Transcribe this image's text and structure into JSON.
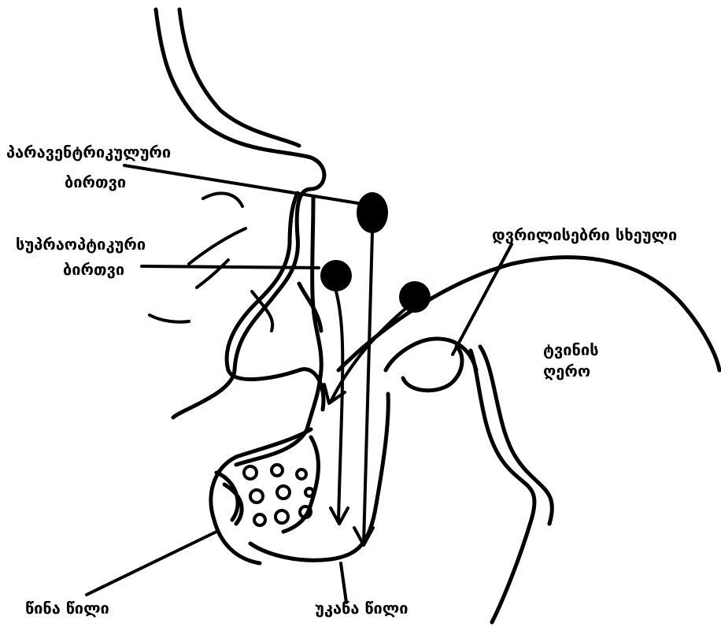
{
  "labels": {
    "paraventricular_line1": "პარავენტრიკულური",
    "paraventricular_line2": "ბირთვი",
    "supraoptic_line1": "სუპრაოპტიკური",
    "supraoptic_line2": "ბირთვი",
    "mammillary": "დვრილისებრი სხეული",
    "brainstem_line1": "ტვინის",
    "brainstem_line2": "ღერო",
    "anterior_lobe": "წინა წილი",
    "posterior_lobe": "უკანა წილი"
  }
}
